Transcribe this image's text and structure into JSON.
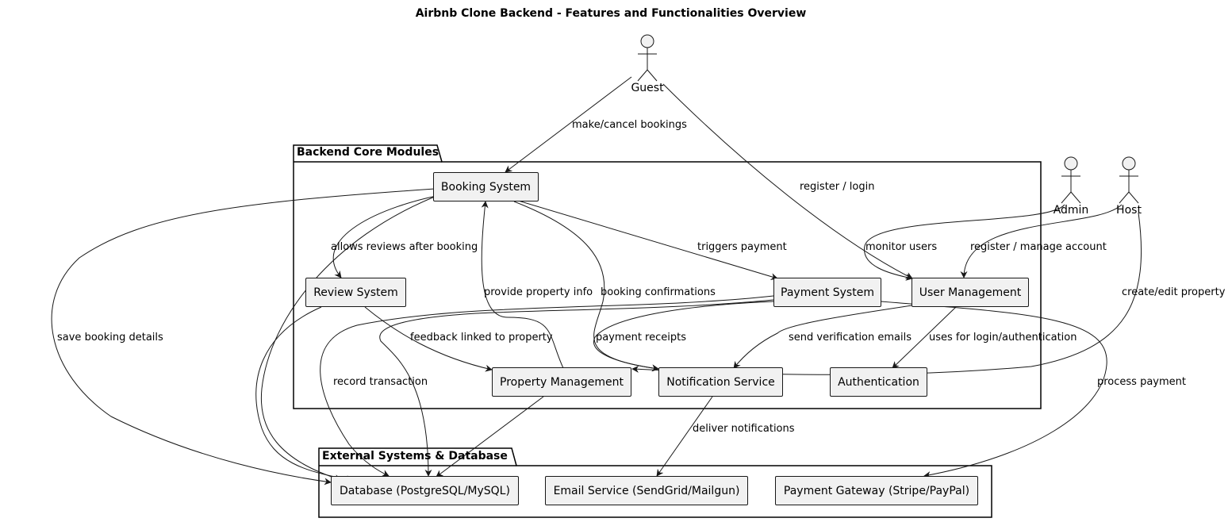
{
  "title": "Airbnb Clone Backend - Features and Functionalities Overview",
  "packages": {
    "core": "Backend Core Modules",
    "external": "External Systems & Database"
  },
  "actors": {
    "guest": "Guest",
    "admin": "Admin",
    "host": "Host"
  },
  "nodes": {
    "booking": "Booking System",
    "review": "Review System",
    "payment": "Payment System",
    "user": "User Management",
    "property": "Property Management",
    "notification": "Notification Service",
    "auth": "Authentication",
    "database": "Database (PostgreSQL/MySQL)",
    "email": "Email Service (SendGrid/Mailgun)",
    "gateway": "Payment Gateway (Stripe/PayPal)"
  },
  "edges": {
    "guest_booking": "make/cancel bookings",
    "guest_user": "register / login",
    "admin_user": "monitor users",
    "host_user": "register / manage account",
    "host_property": "create/edit property",
    "booking_review": "allows reviews after booking",
    "booking_payment": "triggers payment",
    "booking_notification": "booking confirmations",
    "booking_database": "save booking details",
    "property_booking": "provide property info",
    "review_property": "feedback linked to property",
    "payment_notification": "payment receipts",
    "payment_database": "record transaction",
    "payment_gateway": "process payment",
    "user_notification": "send verification emails",
    "user_auth": "uses for login/authentication",
    "notification_email": "deliver notifications"
  }
}
